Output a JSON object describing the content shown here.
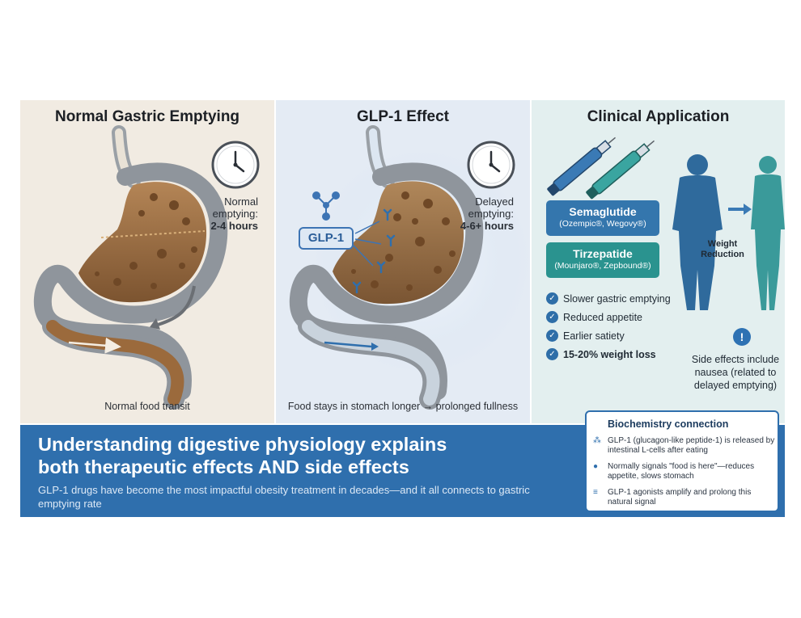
{
  "panels": {
    "normal": {
      "title": "Normal Gastric Emptying",
      "clock_label_line1": "Normal",
      "clock_label_line2": "emptying:",
      "clock_label_value": "2-4 hours",
      "caption": "Normal food transit"
    },
    "glp1": {
      "title": "GLP-1 Effect",
      "badge": "GLP-1",
      "clock_label_line1": "Delayed",
      "clock_label_line2": "emptying:",
      "clock_label_value": "4-6+ hours",
      "caption": "Food stays in stomach longer → prolonged fullness"
    },
    "clinical": {
      "title": "Clinical Application",
      "drugs": [
        {
          "name": "Semaglutide",
          "brands": "(Ozempic®, Wegovy®)"
        },
        {
          "name": "Tirzepatide",
          "brands": "(Mounjaro®, Zepbound®)"
        }
      ],
      "weight_label_line1": "Weight",
      "weight_label_line2": "Reduction",
      "benefits": [
        "Slower gastric emptying",
        "Reduced appetite",
        "Earlier satiety",
        "15-20% weight loss"
      ],
      "warning_symbol": "!",
      "side_effects": "Side effects include nausea (related to delayed emptying)"
    }
  },
  "banner": {
    "headline_line1": "Understanding digestive physiology explains",
    "headline_line2": "both therapeutic effects AND side effects",
    "subtext": "GLP-1 drugs have become the most impactful obesity treatment in decades—and it all connects to gastric emptying rate"
  },
  "biochem": {
    "title": "Biochemistry connection",
    "items": [
      "GLP-1 (glucagon-like peptide-1) is released by intestinal L-cells after eating",
      "Normally signals \"food is here\"—reduces appetite, slows stomach",
      "GLP-1 agonists amplify and prolong this natural signal"
    ]
  },
  "icons": {
    "clock": "clock-icon",
    "pen": "injection-pen-icon",
    "check": "check-circle-icon",
    "warning": "exclamation-icon",
    "molecule": "molecule-icon",
    "drop": "drop-icon",
    "signal": "signal-icon"
  },
  "colors": {
    "accent_blue": "#2f6fad",
    "accent_teal": "#2a938f",
    "food_brown": "#9b6a3c",
    "normal_panel": "#f1ebe2",
    "glp_panel": "#e4ebf4",
    "clinical_panel": "#e3efef"
  }
}
